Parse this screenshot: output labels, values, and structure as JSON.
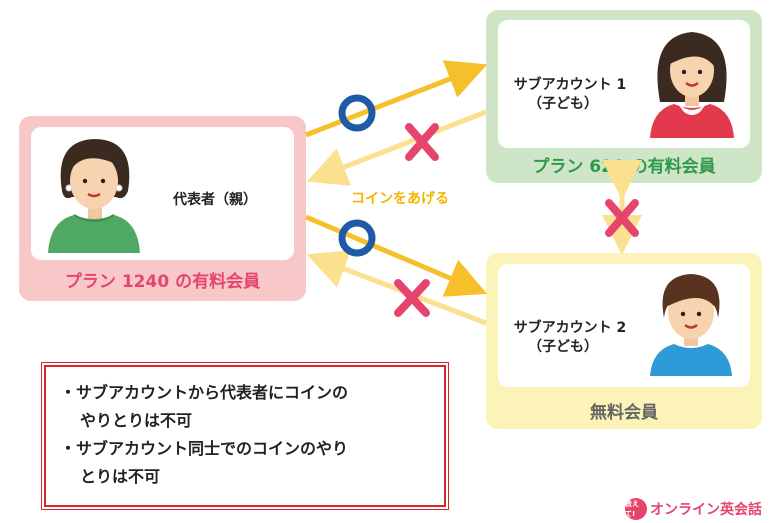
{
  "parent": {
    "role_label": "代表者（親）",
    "plan_label": "プラン 1240 の有料会員"
  },
  "sub1": {
    "name": "サブアカウント 1",
    "sub": "（子ども）",
    "plan_label": "プラン 620 の有料会員"
  },
  "sub2": {
    "name": "サブアカウント 2",
    "sub": "（子ども）",
    "plan_label": "無料会員"
  },
  "arrow_caption": "コインをあげる",
  "notes": [
    "・サブアカウントから代表者にコインの",
    "やりとりは不可",
    "・サブアカウント同士でのコインのやり",
    "とりは不可"
  ],
  "logo": {
    "badge": "教えて!",
    "text": "オンライン英会話"
  },
  "colors": {
    "parent_box": "#f8c8c8",
    "parent_plan": "#e5456d",
    "sub1_box": "#cfe5c8",
    "sub1_plan": "#2e9a4a",
    "sub2_box": "#fbf3b7",
    "sub2_plan": "#666666",
    "arrow": "#f6c02a",
    "arrow_light": "#fbe08f",
    "ok_mark": "#1e5aa8",
    "ng_mark": "#e5456d"
  }
}
